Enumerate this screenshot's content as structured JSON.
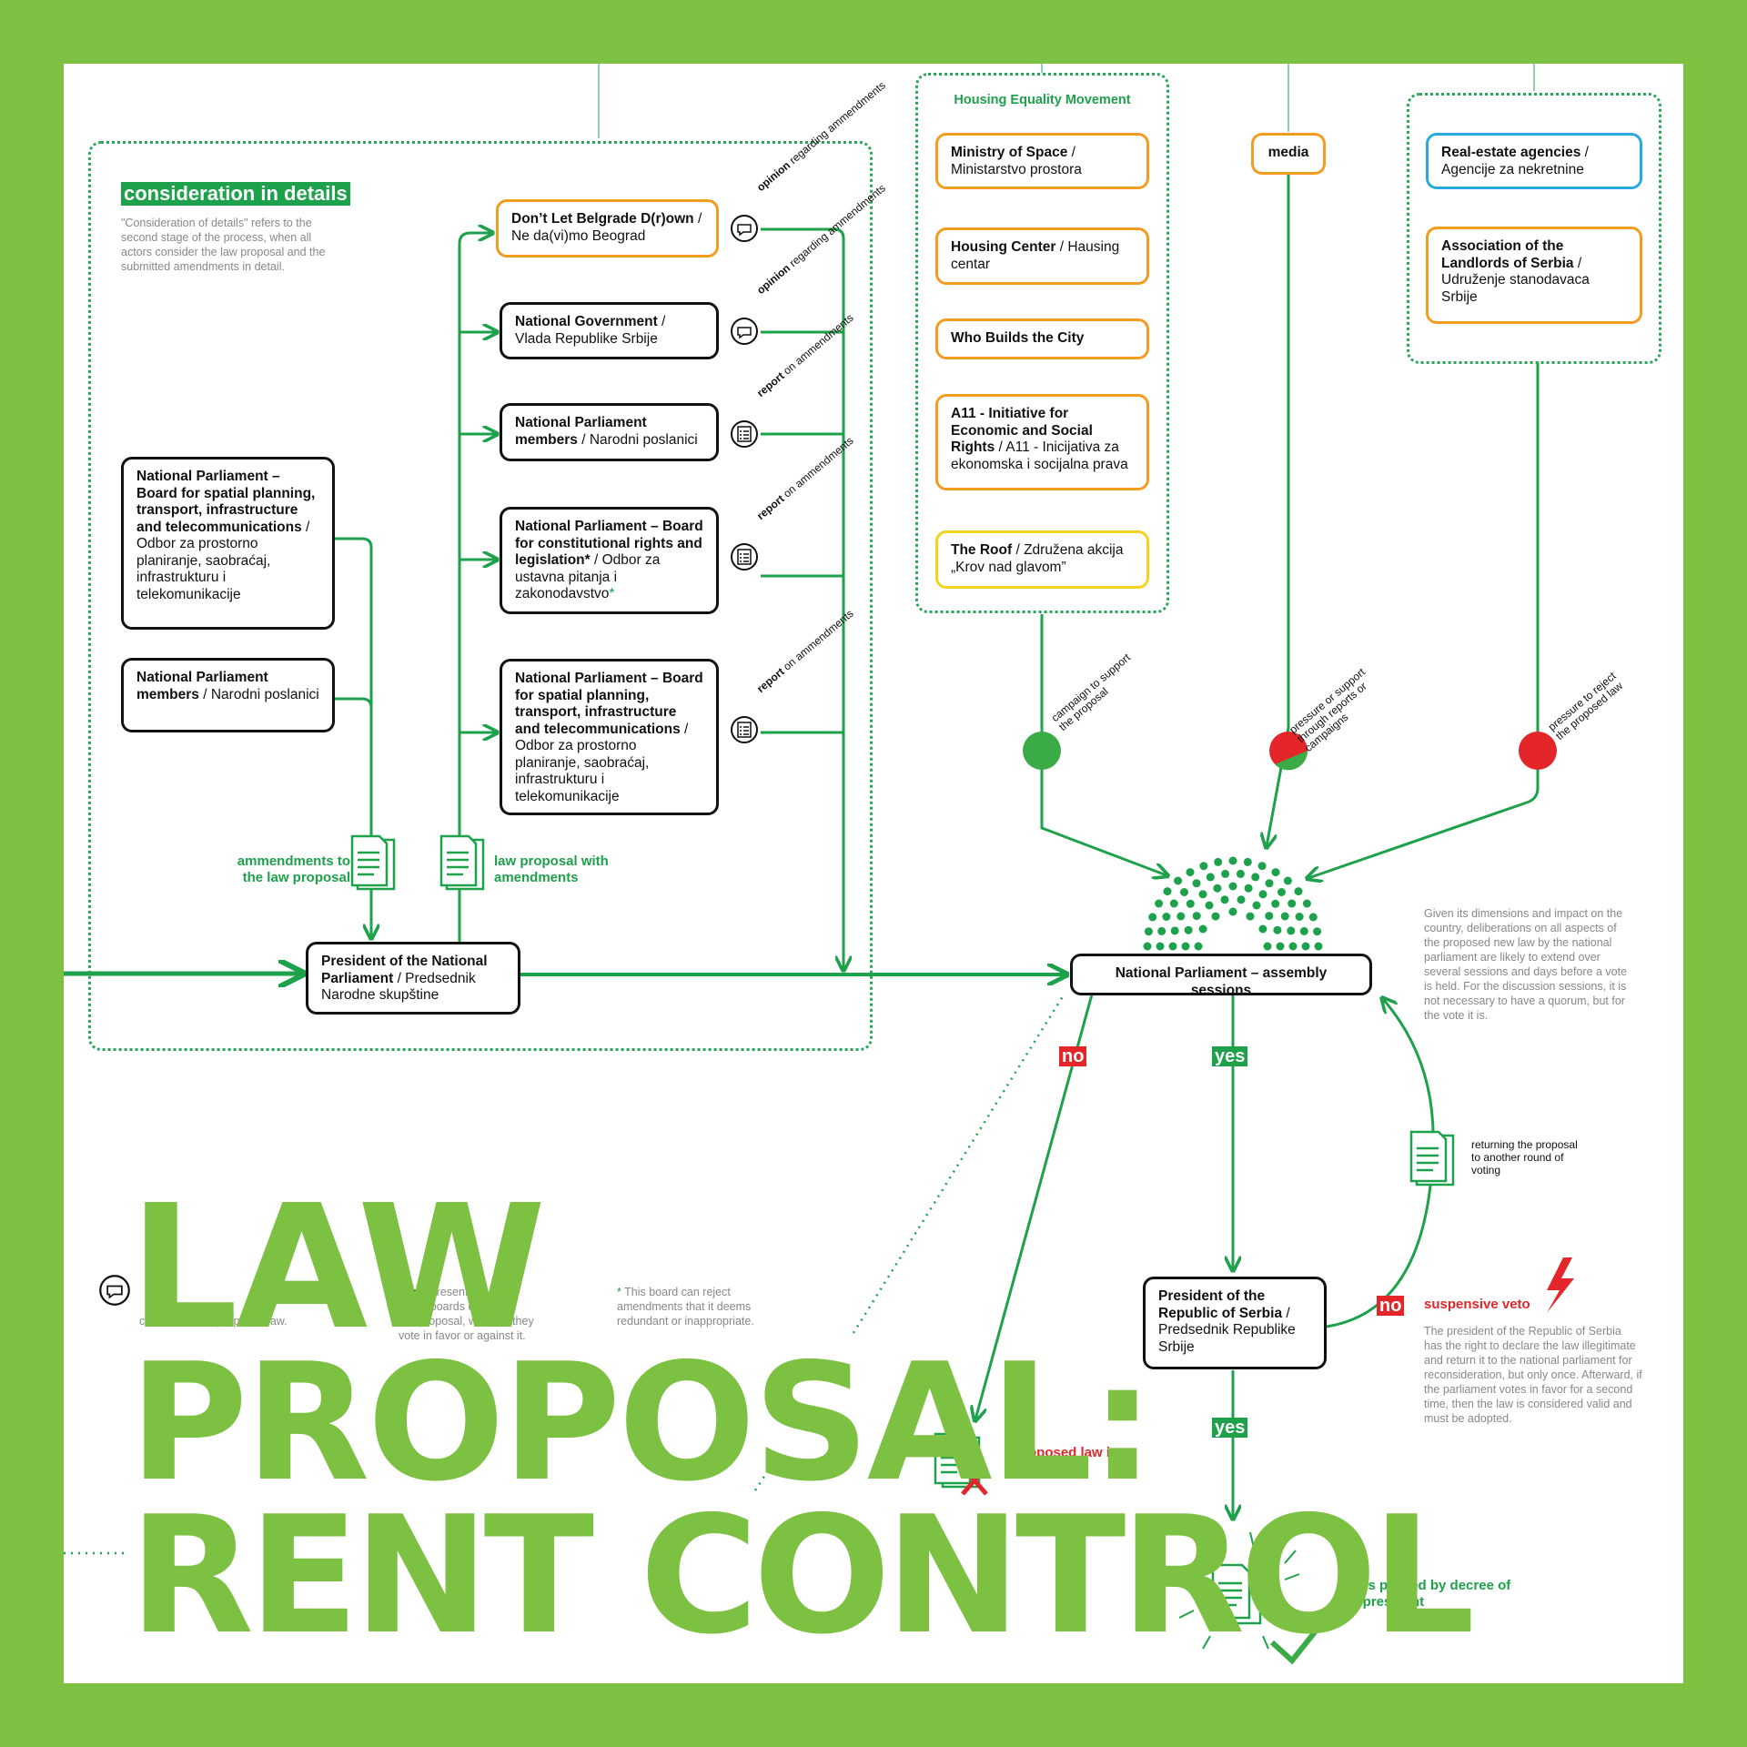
{
  "consideration": {
    "heading": "consideration in details",
    "note": "\"Consideration of details\" refers to the second stage of the process, when all actors consider the law proposal and the submitted amendments in detail."
  },
  "left_boxes": {
    "board": {
      "bold": "National Parliament – Board for spatial planning, transport, infrastructure and telecommunications",
      "rest": " / Odbor za prostorno planiranje, saobraćaj, infrastrukturu i telekomunikacije"
    },
    "members": {
      "bold": "National Parliament members",
      "rest": " / Narodni poslanici"
    }
  },
  "actors": [
    {
      "bold": "Don’t Let Belgrade D(r)own",
      "rest": " / Ne da(vi)mo Beograd",
      "action_bold": "opinion",
      "action_rest": " regarding ammendments"
    },
    {
      "bold": "National Government",
      "rest": " / Vlada Republike Srbije",
      "action_bold": "opinion",
      "action_rest": " regarding ammendments"
    },
    {
      "bold": "National Parliament members",
      "rest": " / Narodni poslanici",
      "action_bold": "report",
      "action_rest": " on ammendments"
    },
    {
      "bold": "National Parliament – Board for constitutional rights and legislation*",
      "rest": " / Odbor za ustavna pitanja i zakonodavstvo",
      "star": "*",
      "action_bold": "report",
      "action_rest": " on ammendments"
    },
    {
      "bold": "National Parliament – Board for spatial planning, transport, infrastructure and telecommunications",
      "rest": " / Odbor za prostorno planiranje, saobraćaj, infrastrukturu i telekomunikacije",
      "action_bold": "report",
      "action_rest": " on ammendments"
    }
  ],
  "flow_labels": {
    "amendments": "ammendments to the law proposal",
    "proposal_with": "law proposal with amendments"
  },
  "president_parliament": {
    "bold": "President of the National Parliament",
    "rest": " / Predsednik Narodne skupštine"
  },
  "housing": {
    "title": "Housing Equality Movement",
    "members": [
      {
        "bold": "Ministry of Space",
        "rest": " / Ministarstvo prostora",
        "color": "#f39c1f"
      },
      {
        "bold": "Housing Center",
        "rest": " / Hausing centar",
        "color": "#f39c1f"
      },
      {
        "bold": "Who Builds the City",
        "rest": "",
        "color": "#f39c1f"
      },
      {
        "bold": "A11 - Initiative for Economic and Social Rights",
        "rest": " / A11 - Inicijativa za ekonomska i socijalna prava",
        "color": "#f39c1f"
      },
      {
        "bold": "The Roof",
        "rest": " / Združena akcija „Krov nad glavom”",
        "color": "#f3d31f"
      }
    ],
    "action": "campaign to support the proposal"
  },
  "media": {
    "label": "media",
    "action": "pressure or support through reports or campaigns"
  },
  "landlords": {
    "members": [
      {
        "bold": "Real-estate agencies",
        "rest": " / Agencije za nekretnine",
        "color": "#2aa9e0"
      },
      {
        "bold": "Association of the Landlords of Serbia",
        "rest": " / Udruženje stanodavaca Srbije",
        "color": "#f39c1f"
      }
    ],
    "action": "pressure to reject the proposed law"
  },
  "assembly": {
    "label": "National Parliament – assembly sessions"
  },
  "assembly_note": "Given its dimensions and impact on the country, deliberations on all aspects of the proposed new law by the national parliament are likely to extend over several sessions and days before a vote is held. For the discussion sessions, it is not necessary to have a quorum, but for the vote it is.",
  "decisions": {
    "no": "no",
    "yes": "yes",
    "yes2": "yes",
    "no2": "no"
  },
  "returning": "returning the proposal to another round of voting",
  "president_serbia": {
    "bold": "President of the Republic of Serbia",
    "rest": " / Predsednik Republike Srbije"
  },
  "veto": {
    "label": "suspensive veto",
    "note": "The president of the Republic of Serbia has the right to declare the law illegitimate  and return it to the national parliament for reconsideration, but only once. Afterward, if the parliament votes in favor for a second time, then the law is considered valid and must be adopted."
  },
  "outcomes": {
    "rejected": "proposed law is rejected",
    "passed": "law is passed by decree of the president"
  },
  "legend": {
    "opinion_tail": "contents of the proposed law.",
    "reports_bold": "ports",
    "reports_rest": " present the",
    "reports_line2": "of the boards on the",
    "reports_line3": "law proposal, whether they",
    "reports_line4": "vote in favor or against it.",
    "footnote": "This board can reject amendments that it deems redundant or inappropriate.",
    "footnote_star": "*"
  },
  "title": {
    "line1": "LAW",
    "line2": "PROPOSAL:",
    "line3": "RENT CONTROL"
  },
  "colors": {
    "green": "#1ea14b",
    "lime": "#7dc142",
    "red": "#e4262b",
    "orange": "#f39c1f",
    "blue": "#2aa9e0",
    "yellow": "#f3d31f"
  }
}
